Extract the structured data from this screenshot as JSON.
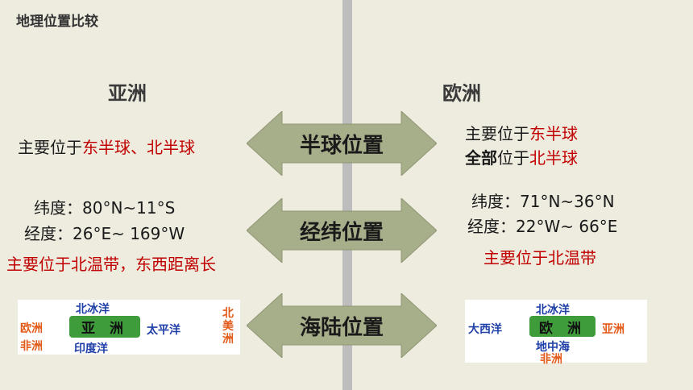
{
  "slide": {
    "title": "地理位置比较"
  },
  "asia": {
    "heading": "亚洲",
    "hemisphere": {
      "prefix": "主要位于",
      "highlight": "东半球、北半球"
    },
    "latitude": "纬度：80°N~11°S",
    "longitude": "经度：26°E~ 169°W",
    "note": "主要位于北温带，东西距离长"
  },
  "europe": {
    "heading": "欧洲",
    "hemisphere_line1": {
      "prefix": "主要位于",
      "highlight": "东半球"
    },
    "hemisphere_line2": {
      "bold": "全部",
      "mid": "位于",
      "highlight": "北半球"
    },
    "latitude": "纬度：71°N~36°N",
    "longitude": "经度：22°W~ 66°E",
    "note": "主要位于北温带"
  },
  "arrows": [
    {
      "label": "半球位置"
    },
    {
      "label": "经纬位置"
    },
    {
      "label": "海陆位置"
    }
  ],
  "asia_map": {
    "north": "北冰洋",
    "west": "欧洲",
    "southwest": "非洲",
    "center": "亚 洲",
    "east": "太平洋",
    "south": "印度洋",
    "far_east": [
      "北",
      "美",
      "洲"
    ]
  },
  "europe_map": {
    "north": "北冰洋",
    "west": "大西洋",
    "center": "欧 洲",
    "east": "亚洲",
    "south": "地中海",
    "far_south": "非洲"
  },
  "colors": {
    "background": "#EEEBDF",
    "arrow_fill": "#A7AE8A",
    "highlight_red": "#C00000",
    "continent_green": "#3E9C3A",
    "ocean_blue": "#1F3FA8",
    "continent_orange": "#E35B1A"
  }
}
